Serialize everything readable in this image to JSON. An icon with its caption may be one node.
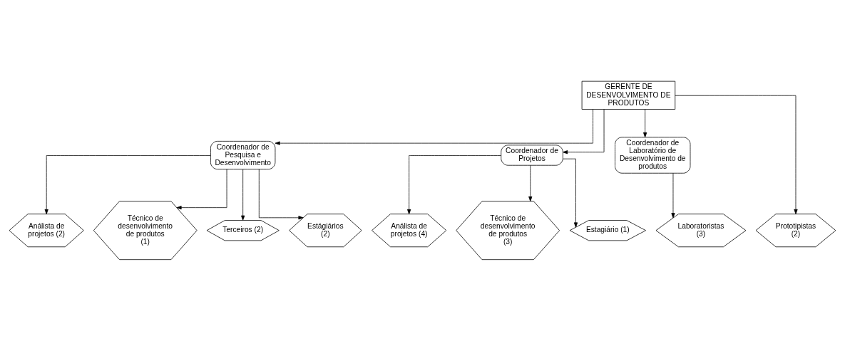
{
  "diagram": {
    "nodes": [
      {
        "text": [
          "GERENTE DE DESENVOLVIMENTO DE PRODUTOS"
        ]
      },
      {
        "text": [
          "Coordenador de Pesquisa e Desenvolvimento"
        ]
      },
      {
        "text": [
          "Coordenador de Projetos"
        ]
      },
      {
        "text": [
          "Coordenador de Laboratório de Desenvolvimento de produtos"
        ]
      },
      {
        "text": [
          "Análista de projetos (2)"
        ]
      },
      {
        "text": [
          "Técnico de desenvolvimento de produtos (1)"
        ]
      },
      {
        "text": [
          "Terceiros (2)"
        ]
      },
      {
        "text": [
          "Estágiários (2)"
        ]
      },
      {
        "text": [
          "Análista de projetos (4)"
        ]
      },
      {
        "text": [
          "Técnico de desenvolvimento de produtos (3)"
        ]
      },
      {
        "text": [
          "Estagiário (1)"
        ]
      },
      {
        "text": [
          "Laboratoristas (3)"
        ]
      },
      {
        "text": [
          "Prototipistas (2)"
        ]
      }
    ],
    "edges": [
      {
        "from": 0,
        "to": 1,
        "arrow": "to"
      },
      {
        "from": 0,
        "to": 2,
        "arrow": "to"
      },
      {
        "from": 0,
        "to": 3,
        "arrow": "to"
      },
      {
        "from": 0,
        "to": 12,
        "arrow": "to"
      },
      {
        "from": 1,
        "to": 4,
        "arrow": "to"
      },
      {
        "from": 1,
        "to": 5,
        "arrow": "to"
      },
      {
        "from": 1,
        "to": 6,
        "arrow": "to"
      },
      {
        "from": 1,
        "to": 7,
        "arrow": "to"
      },
      {
        "from": 2,
        "to": 8,
        "arrow": "to"
      },
      {
        "from": 2,
        "to": 9,
        "arrow": "to"
      },
      {
        "from": 2,
        "to": 10,
        "arrow": "to"
      },
      {
        "from": 3,
        "to": 11,
        "arrow": "to"
      }
    ]
  }
}
